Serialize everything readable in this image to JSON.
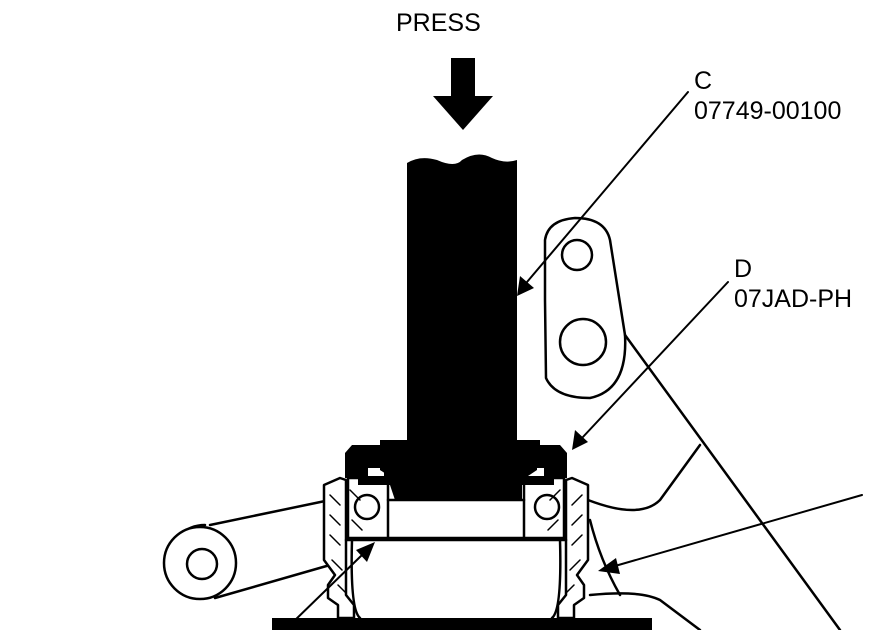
{
  "labels": {
    "press": "PRESS",
    "tool_c_letter": "C",
    "tool_c_part": "07749-00100",
    "tool_d_letter": "D",
    "tool_d_part": "07JAD-PH"
  },
  "colors": {
    "ink": "#000000",
    "background": "#ffffff"
  }
}
